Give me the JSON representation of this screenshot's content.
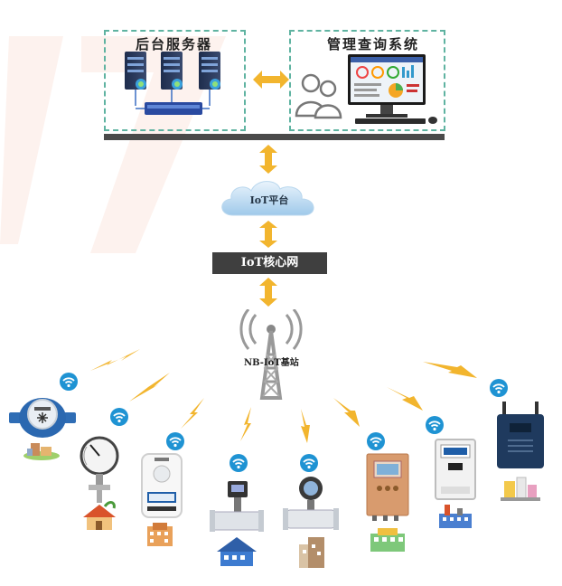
{
  "server_panel": {
    "title": "后台服务器"
  },
  "mgmt_panel": {
    "title": "管理查询系统"
  },
  "cloud": {
    "label": "IoT平台"
  },
  "core_network": {
    "label": "IoT核心网"
  },
  "base_station": {
    "label": "NB-IoT基站"
  },
  "colors": {
    "accent": "#f2b52e",
    "dashed_border": "#5fb3a1",
    "wifi": "#1f93d3",
    "bar": "#4a4a4a"
  },
  "devices": [
    {
      "name": "water-meter",
      "icon": "water-meter-icon"
    },
    {
      "name": "pressure-gauge",
      "icon": "pressure-gauge-icon"
    },
    {
      "name": "smart-meter",
      "icon": "smart-meter-icon"
    },
    {
      "name": "flow-meter",
      "icon": "flow-meter-icon"
    },
    {
      "name": "electromagnetic-flowmeter",
      "icon": "electromagnetic-flowmeter-icon"
    },
    {
      "name": "control-box",
      "icon": "control-box-icon"
    },
    {
      "name": "electric-meter",
      "icon": "electric-meter-icon"
    },
    {
      "name": "gateway",
      "icon": "gateway-icon"
    }
  ]
}
